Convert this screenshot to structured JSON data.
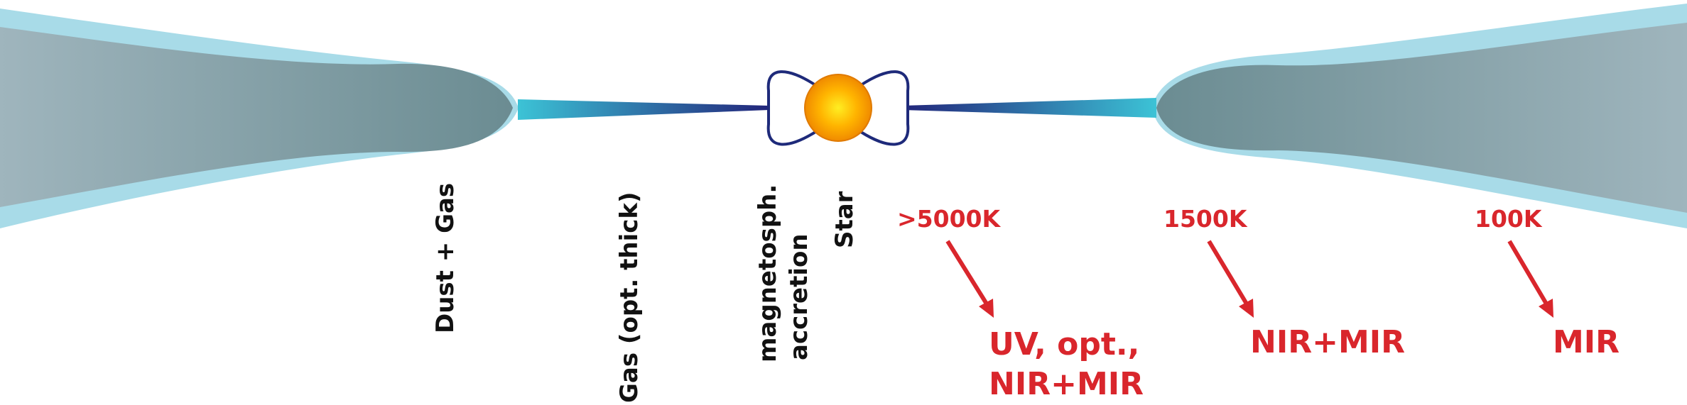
{
  "colors": {
    "disk_outer": "#a8dbe8",
    "disk_inner_dark": "#6b8c92",
    "disk_inner_light": "#9fb5bd",
    "gas_cyan": "#3cc3d6",
    "gas_navy": "#22247a",
    "star_core": "#ffee22",
    "star_edge": "#f08a00",
    "magnetosphere": "#1e2a7a",
    "label_dark": "#111111",
    "label_red": "#d9262c",
    "arrow_red": "#d9262c"
  },
  "icons": {
    "star": "star-icon",
    "magnetosphere": "magnetosphere-loops-icon"
  },
  "labels": {
    "dust_gas": "Dust + Gas",
    "gas_thick": "Gas (opt. thick)",
    "magnetosph_line1": "magnetosph.",
    "magnetosph_line2": "accretion",
    "star": "Star"
  },
  "temperatures": {
    "t1": ">5000K",
    "t2": "1500K",
    "t3": "100K"
  },
  "bands": {
    "b1_line1": "UV, opt.,",
    "b1_line2": "NIR+MIR",
    "b2": "NIR+MIR",
    "b3": "MIR"
  }
}
